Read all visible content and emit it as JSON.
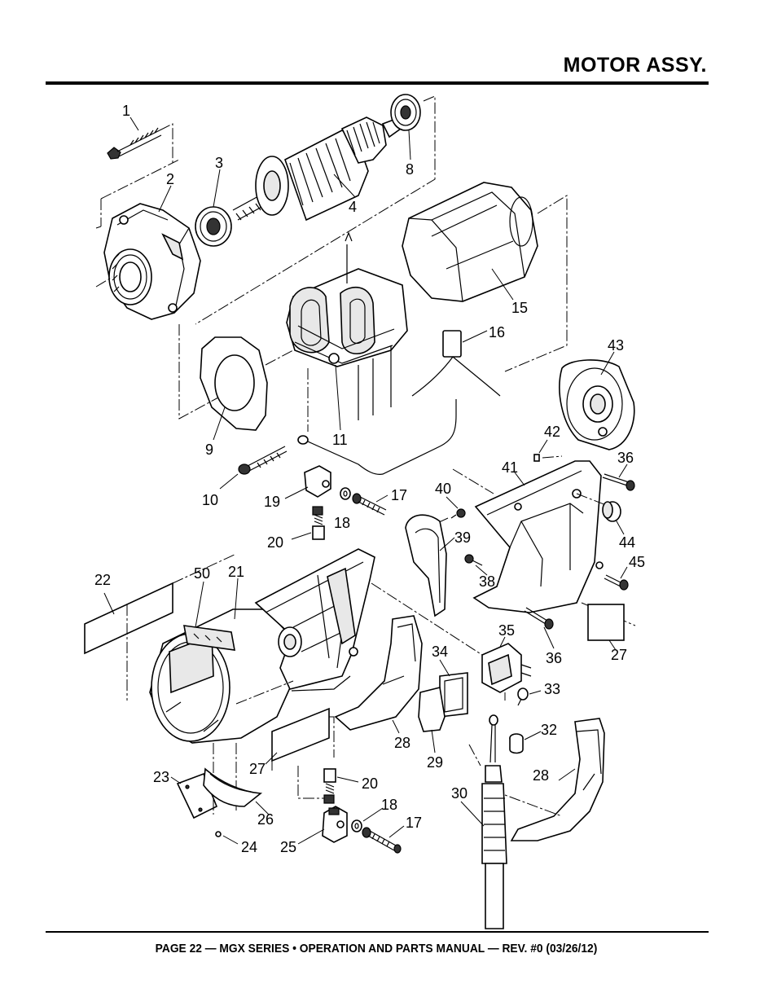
{
  "header": {
    "title": "MOTOR ASSY."
  },
  "footer": {
    "text": "PAGE 22 — MGX SERIES • OPERATION AND PARTS MANUAL — REV. #0 (03/26/12)"
  },
  "diagram": {
    "labels": [
      {
        "id": "1",
        "text": "1"
      },
      {
        "id": "2",
        "text": "2"
      },
      {
        "id": "3",
        "text": "3"
      },
      {
        "id": "4",
        "text": "4"
      },
      {
        "id": "8",
        "text": "8"
      },
      {
        "id": "15",
        "text": "15"
      },
      {
        "id": "16",
        "text": "16"
      },
      {
        "id": "43",
        "text": "43"
      },
      {
        "id": "9",
        "text": "9"
      },
      {
        "id": "11",
        "text": "11"
      },
      {
        "id": "42",
        "text": "42"
      },
      {
        "id": "36a",
        "text": "36"
      },
      {
        "id": "41",
        "text": "41"
      },
      {
        "id": "10",
        "text": "10"
      },
      {
        "id": "19",
        "text": "19"
      },
      {
        "id": "18a",
        "text": "18"
      },
      {
        "id": "17a",
        "text": "17"
      },
      {
        "id": "40",
        "text": "40"
      },
      {
        "id": "44",
        "text": "44"
      },
      {
        "id": "20a",
        "text": "20"
      },
      {
        "id": "39",
        "text": "39"
      },
      {
        "id": "45",
        "text": "45"
      },
      {
        "id": "22",
        "text": "22"
      },
      {
        "id": "50",
        "text": "50"
      },
      {
        "id": "21",
        "text": "21"
      },
      {
        "id": "38",
        "text": "38"
      },
      {
        "id": "35",
        "text": "35"
      },
      {
        "id": "36b",
        "text": "36"
      },
      {
        "id": "27a",
        "text": "27"
      },
      {
        "id": "34",
        "text": "34"
      },
      {
        "id": "33",
        "text": "33"
      },
      {
        "id": "28a",
        "text": "28"
      },
      {
        "id": "32",
        "text": "32"
      },
      {
        "id": "29",
        "text": "29"
      },
      {
        "id": "27b",
        "text": "27"
      },
      {
        "id": "28b",
        "text": "28"
      },
      {
        "id": "23",
        "text": "23"
      },
      {
        "id": "20b",
        "text": "20"
      },
      {
        "id": "30",
        "text": "30"
      },
      {
        "id": "26",
        "text": "26"
      },
      {
        "id": "18b",
        "text": "18"
      },
      {
        "id": "17b",
        "text": "17"
      },
      {
        "id": "25",
        "text": "25"
      },
      {
        "id": "24",
        "text": "24"
      }
    ]
  }
}
